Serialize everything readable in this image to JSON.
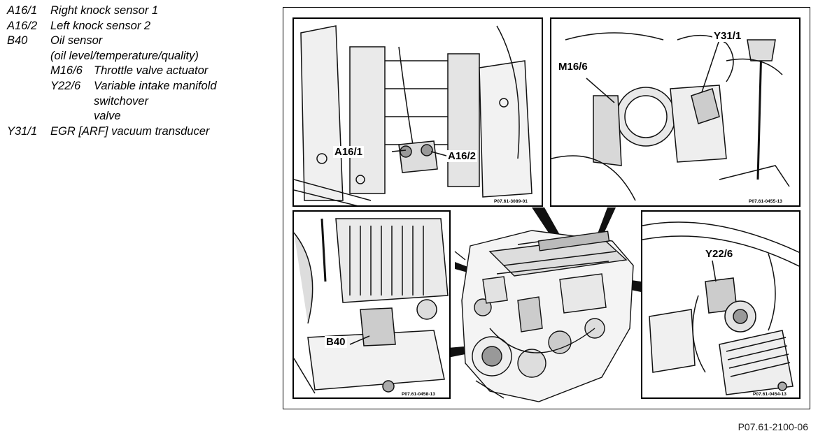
{
  "legend": [
    {
      "code": "A16/1",
      "desc": "Right knock sensor 1"
    },
    {
      "code": "A16/2",
      "desc": "Left knock sensor 2"
    },
    {
      "code": "B40",
      "desc": "Oil sensor"
    },
    {
      "code": "",
      "desc": "(oil level/temperature/quality)"
    },
    {
      "code": "M16/6",
      "desc": "Throttle valve actuator"
    },
    {
      "code": "Y22/6",
      "desc": "Variable intake manifold"
    },
    {
      "code": "",
      "desc": "switchover"
    },
    {
      "code": "",
      "desc": "valve"
    },
    {
      "code": "Y31/1",
      "desc": "EGR [ARF] vacuum transducer"
    }
  ],
  "panels": {
    "knock": {
      "labels": [
        "A16/1",
        "A16/2"
      ],
      "ref": "P07.61-3089-01"
    },
    "throttle": {
      "labels": [
        "M16/6",
        "Y31/1"
      ],
      "ref": "P07.61-0455-13"
    },
    "oil": {
      "labels": [
        "B40"
      ],
      "ref": "P07.61-0458-13"
    },
    "intake": {
      "labels": [
        "Y22/6"
      ],
      "ref": "P07.61-0454-13"
    }
  },
  "figure_id": "P07.61-2100-06"
}
